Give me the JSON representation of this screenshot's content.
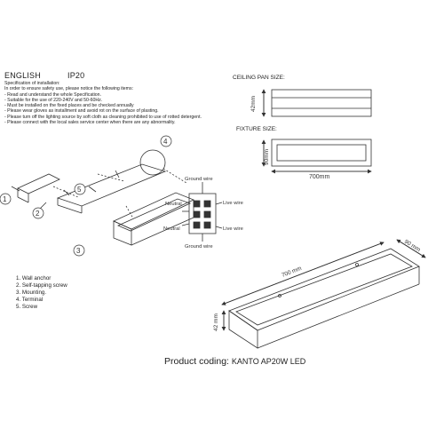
{
  "header": {
    "language": "ENGLISH",
    "ip_rating": "IP20"
  },
  "specification": {
    "title": "Specification of installation:",
    "lines": [
      "In order to ensure safety use, please notice the following items:",
      "- Read and understand the whole Specification.",
      "- Suitable for the use of 220-240V and 50-60Hz.",
      "- Must be installed on the fixed places and be checked annually",
      "- Please wear gloves as installment and avoid rot on the surface of plasting.",
      "- Please turn off the lighting source by soft cloth as cleaning prohibited to use of rotted detergent.",
      "- Please connect with the local sales service center when there are any abnormality."
    ]
  },
  "ceiling_pan": {
    "label": "CEILING PAN SIZE:",
    "height": "42mm"
  },
  "fixture": {
    "label": "FIXTURE SIZE:",
    "height": "90mm",
    "width": "700mm"
  },
  "wiring": {
    "ground_top": "Ground wire",
    "ground_bottom": "Ground wire",
    "live_top": "Live wire",
    "live_bottom": "Live wire",
    "neutral_top": "Neutral",
    "neutral_bottom": "Neutral"
  },
  "callouts": [
    "1",
    "2",
    "3",
    "4",
    "5"
  ],
  "iso_dims": {
    "length": "700 mm",
    "depth": "90 mm",
    "height": "42 mm"
  },
  "legend": [
    "1. Wall anchor",
    "2. Self-tapping screw",
    "3. Mounting.",
    "4. Terminal",
    "5. Screw"
  ],
  "product": {
    "label": "Product coding:",
    "code": "KANTO AP20W LED"
  }
}
